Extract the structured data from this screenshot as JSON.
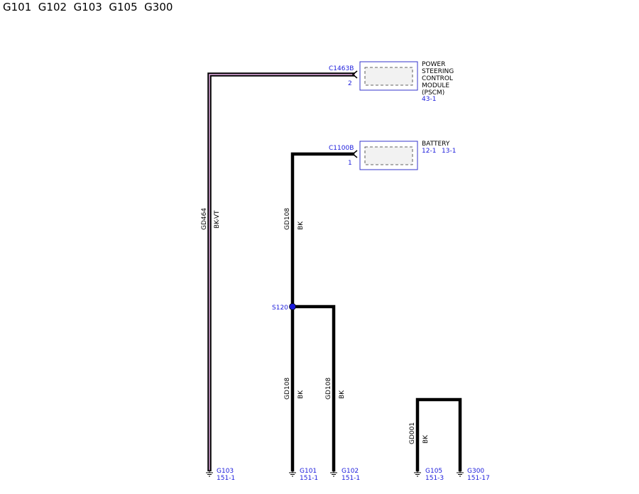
{
  "header": {
    "title": "G101  G102  G103  G105  G300"
  },
  "colors": {
    "wire": "#000000",
    "wire_stripe": "#f2b8f2",
    "ref_blue": "#1a1adc",
    "connector_border": "#3333cc",
    "connector_fill": "#f2f2f2"
  },
  "components": {
    "pscm": {
      "connector": "C1463B",
      "pin": "2",
      "name_lines": [
        "POWER",
        "STEERING",
        "CONTROL",
        "MODULE",
        "(PSCM)"
      ],
      "ref": "43-1"
    },
    "battery": {
      "connector": "C1100B",
      "pin": "1",
      "name": "BATTERY",
      "refs": [
        "12-1",
        "13-1"
      ]
    }
  },
  "wires": {
    "gd464": {
      "circuit": "GD464",
      "color": "BK-VT"
    },
    "gd108_upper": {
      "circuit": "GD108",
      "color": "BK"
    },
    "gd108_lower_left": {
      "circuit": "GD108",
      "color": "BK"
    },
    "gd108_lower_right": {
      "circuit": "GD108",
      "color": "BK"
    },
    "gd001": {
      "circuit": "GD001",
      "color": "BK"
    }
  },
  "splice": {
    "name": "S120"
  },
  "grounds": [
    {
      "name": "G103",
      "ref": "151-1"
    },
    {
      "name": "G101",
      "ref": "151-1"
    },
    {
      "name": "G102",
      "ref": "151-1"
    },
    {
      "name": "G105",
      "ref": "151-3"
    },
    {
      "name": "G300",
      "ref": "151-17"
    }
  ]
}
